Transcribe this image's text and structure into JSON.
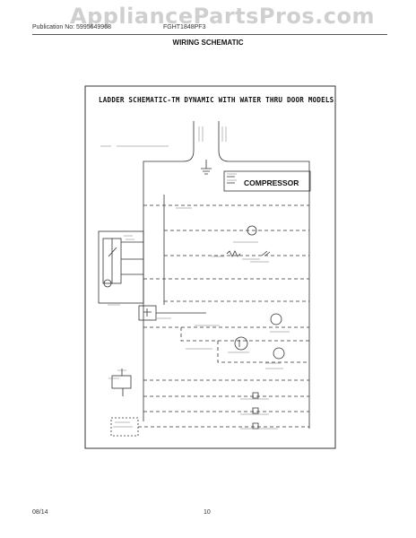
{
  "watermark": "AppliancePartsPros.com",
  "header": {
    "publication": "Publication No: 5995649968",
    "model": "FGHT1848PF3",
    "title": "WIRING SCHEMATIC"
  },
  "diagram": {
    "title": "LADDER SCHEMATIC-TM DYNAMIC WITH WATER THRU DOOR MODELS",
    "compressor_label": "COMPRESSOR"
  },
  "footer": {
    "date": "08/14",
    "page": "10"
  }
}
